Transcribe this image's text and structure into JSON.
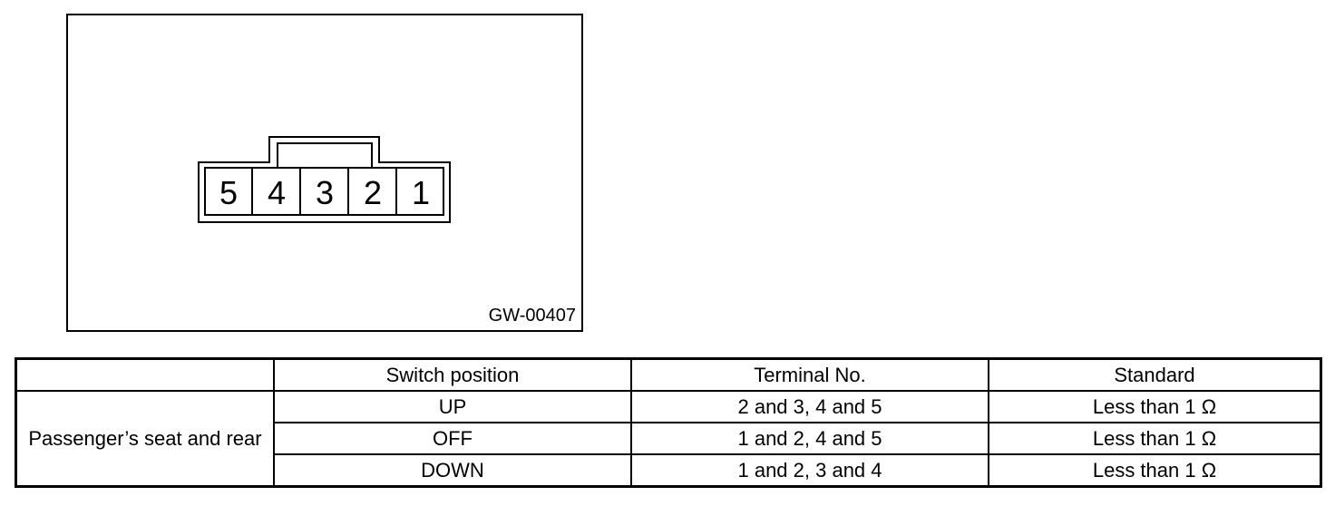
{
  "figure": {
    "code": "GW-00407",
    "terminals": [
      "5",
      "4",
      "3",
      "2",
      "1"
    ]
  },
  "table": {
    "headers": [
      "",
      "Switch position",
      "Terminal No.",
      "Standard"
    ],
    "row_label": "Passenger’s seat and rear",
    "rows": [
      {
        "position": "UP",
        "terminals": "2 and 3, 4 and 5",
        "standard": "Less than 1 Ω"
      },
      {
        "position": "OFF",
        "terminals": "1 and 2, 4 and 5",
        "standard": "Less than 1 Ω"
      },
      {
        "position": "DOWN",
        "terminals": "1 and 2, 3 and 4",
        "standard": "Less than 1 Ω"
      }
    ]
  }
}
